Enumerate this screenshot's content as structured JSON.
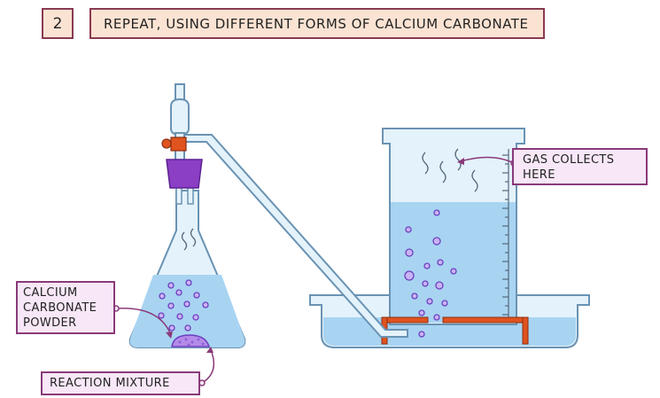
{
  "step": {
    "number": "2",
    "title": "REPEAT, USING DIFFERENT FORMS OF CALCIUM CARBONATE"
  },
  "labels": {
    "calcium_carbonate_powder": [
      "CALCIUM",
      "CARBONATE",
      "POWDER"
    ],
    "reaction_mixture": "REACTION MIXTURE",
    "gas_collects_here": [
      "GAS COLLECTS",
      "HERE"
    ]
  },
  "colors": {
    "liquid": "#a8d4f2",
    "glass": "#e4f2fb",
    "outline": "#6a93b3",
    "stopper": "#8b3fc4",
    "tap": "#e0531f",
    "bubble": "#c8b3f5",
    "label_fill": "#f7e7f7",
    "label_border": "#8a3a7a",
    "header_fill": "#fbe3d3",
    "header_border": "#8a3a52"
  }
}
